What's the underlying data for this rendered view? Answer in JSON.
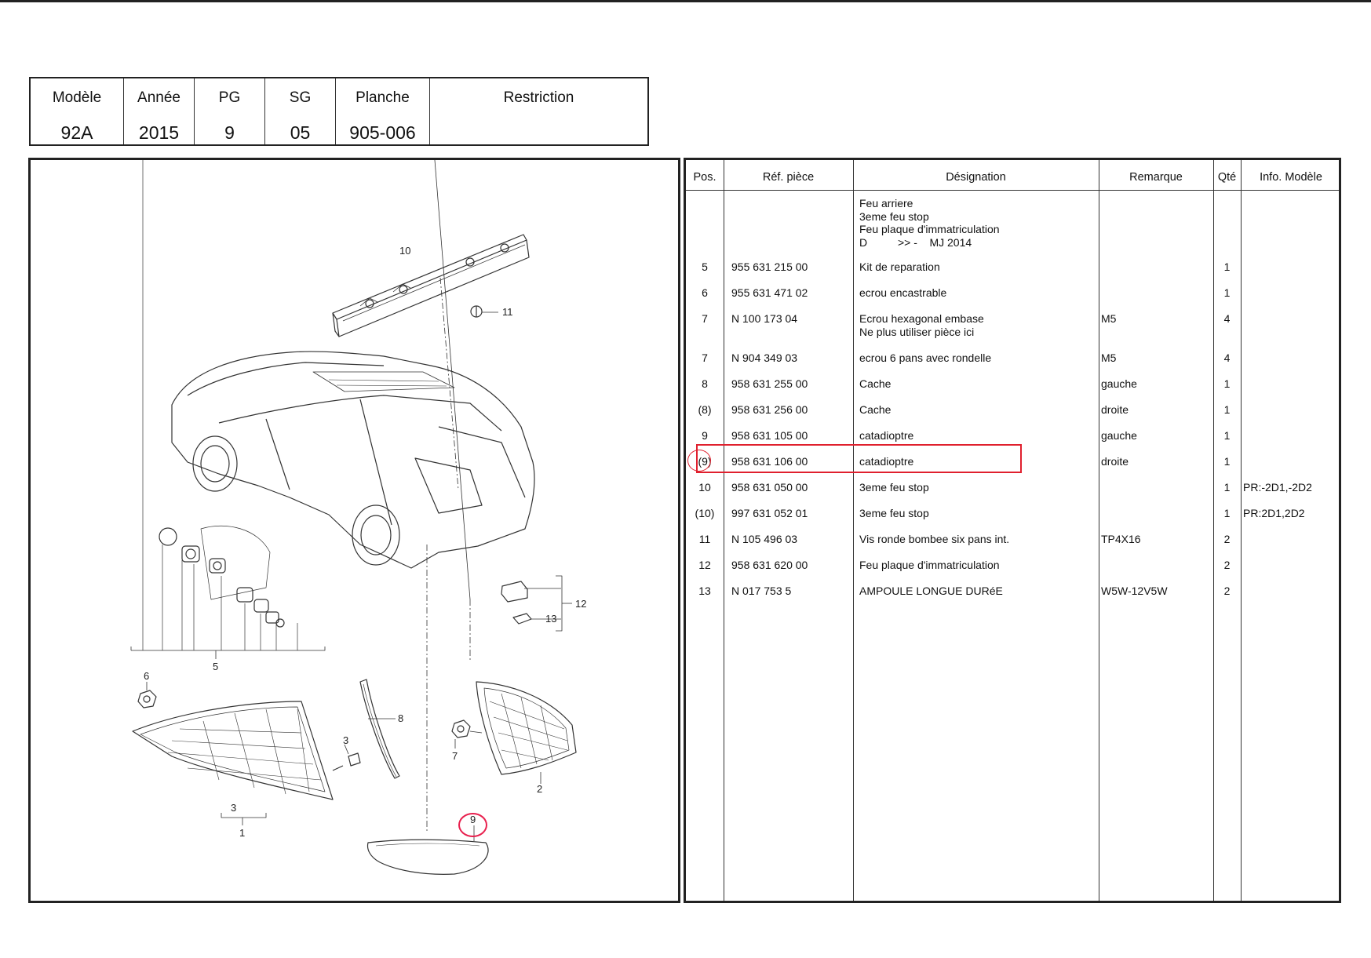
{
  "header": {
    "modele": {
      "label": "Modèle",
      "value": "92A"
    },
    "annee": {
      "label": "Année",
      "value": "2015"
    },
    "pg": {
      "label": "PG",
      "value": "9"
    },
    "sg": {
      "label": "SG",
      "value": "05"
    },
    "planche": {
      "label": "Planche",
      "value": "905-006"
    },
    "restriction": {
      "label": "Restriction",
      "value": ""
    }
  },
  "parts_table": {
    "columns": [
      "Pos.",
      "Réf. pièce",
      "Désignation",
      "Remarque",
      "Qté",
      "Info. Modèle"
    ],
    "preamble": [
      "Feu arriere",
      "3eme feu stop",
      "Feu plaque d'immatriculation",
      "D          >> -    MJ 2014"
    ],
    "rows": [
      {
        "pos": "5",
        "ref": "955 631 215 00",
        "designation": "Kit de reparation",
        "designation2": "",
        "remarque": "",
        "qte": "1",
        "info": ""
      },
      {
        "pos": "6",
        "ref": "955 631 471 02",
        "designation": "ecrou encastrable",
        "designation2": "",
        "remarque": "",
        "qte": "1",
        "info": ""
      },
      {
        "pos": "7",
        "ref": "N  100 173 04",
        "designation": "Ecrou hexagonal embase",
        "designation2": "Ne plus utiliser pièce ici",
        "remarque": "M5",
        "qte": "4",
        "info": ""
      },
      {
        "pos": "7",
        "ref": "N  904 349 03",
        "designation": "ecrou 6 pans avec rondelle",
        "designation2": "",
        "remarque": "M5",
        "qte": "4",
        "info": ""
      },
      {
        "pos": "8",
        "ref": "958 631 255 00",
        "designation": "Cache",
        "designation2": "",
        "remarque": "gauche",
        "qte": "1",
        "info": ""
      },
      {
        "pos": "(8)",
        "ref": "958 631 256 00",
        "designation": "Cache",
        "designation2": "",
        "remarque": "droite",
        "qte": "1",
        "info": ""
      },
      {
        "pos": "9",
        "ref": "958 631 105 00",
        "designation": "catadioptre",
        "designation2": "",
        "remarque": "gauche",
        "qte": "1",
        "info": ""
      },
      {
        "pos": "(9)",
        "ref": "958 631 106 00",
        "designation": "catadioptre",
        "designation2": "",
        "remarque": "droite",
        "qte": "1",
        "info": ""
      },
      {
        "pos": "10",
        "ref": "958 631 050 00",
        "designation": "3eme feu stop",
        "designation2": "",
        "remarque": "",
        "qte": "1",
        "info": "PR:-2D1,-2D2"
      },
      {
        "pos": "(10)",
        "ref": "997 631 052 01",
        "designation": "3eme feu stop",
        "designation2": "",
        "remarque": "",
        "qte": "1",
        "info": "PR:2D1,2D2"
      },
      {
        "pos": "11",
        "ref": "N  105 496 03",
        "designation": "Vis ronde bombee six pans int.",
        "designation2": "",
        "remarque": "TP4X16",
        "qte": "2",
        "info": ""
      },
      {
        "pos": "12",
        "ref": "958 631 620 00",
        "designation": "Feu plaque d'immatriculation",
        "designation2": "",
        "remarque": "",
        "qte": "2",
        "info": ""
      },
      {
        "pos": "13",
        "ref": "N  017 753 5",
        "designation": "AMPOULE LONGUE DURéE",
        "designation2": "",
        "remarque": "W5W-12V5W",
        "qte": "2",
        "info": ""
      }
    ]
  },
  "diagram": {
    "callouts": {
      "c10": "10",
      "c11": "11",
      "c12": "12",
      "c13": "13",
      "c5": "5",
      "c6": "6",
      "c3a": "3",
      "c8": "8",
      "c7": "7",
      "c2": "2",
      "c3b": "3",
      "c1": "1",
      "c9": "9"
    }
  },
  "colors": {
    "highlight": "#e0202e",
    "border": "#222222"
  }
}
